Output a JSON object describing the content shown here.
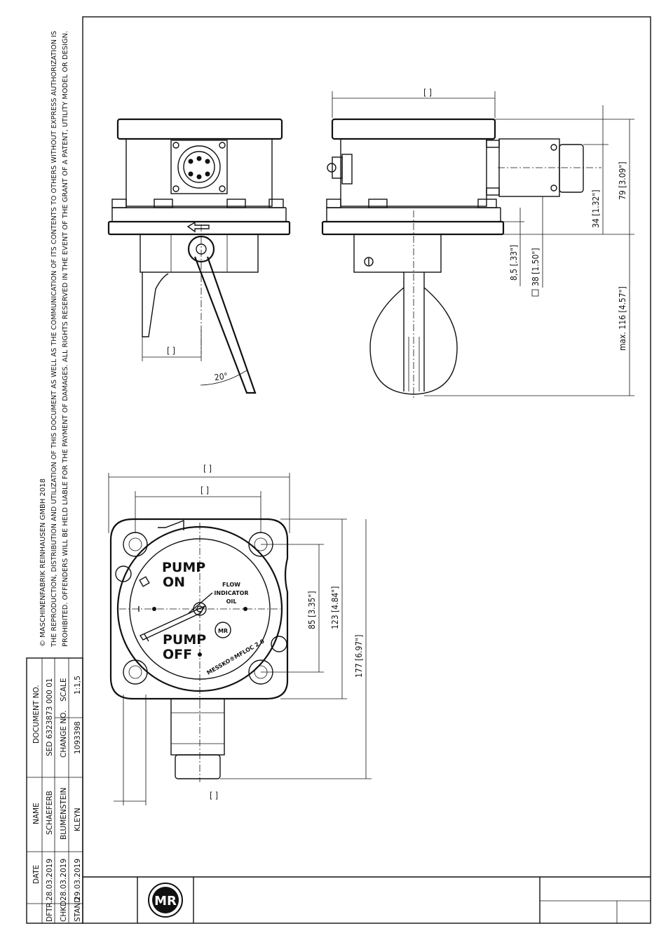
{
  "copyright": {
    "line1": "© MASCHINENFABRIK REINHAUSEN GMBH 2018",
    "line2": "THE REPRODUCTION, DISTRIBUTION AND UTILIZATION OF THIS DOCUMENT AS WELL AS THE COMMUNICATION OF ITS CONTENTS TO OTHERS WITHOUT EXPRESS AUTHORIZATION IS",
    "line3": "PROHIBITED. OFFENDERS WILL BE HELD LIABLE FOR THE PAYMENT OF DAMAGES. ALL RIGHTS RESERVED IN THE EVENT OF THE GRANT OF A PATENT, UTILITY MODEL OR DESIGN."
  },
  "title_block": {
    "col_date": "DATE",
    "col_name": "NAME",
    "col_doc": "DOCUMENT NO.",
    "rows": [
      {
        "label": "DFTR.",
        "date": "28.03.2019",
        "name": "SCHAEFERB"
      },
      {
        "label": "CHKD.",
        "date": "28.03.2019",
        "name": "BLUMENSTEIN"
      },
      {
        "label": "STAND",
        "date": "29.03.2019",
        "name": "KLEYN"
      }
    ],
    "document_no": "SED 6323873 000 01",
    "change_label": "CHANGE NO.",
    "change_no": "1093398",
    "scale_label": "SCALE",
    "scale": "1:1,5",
    "logo": "MR"
  },
  "dimensions": {
    "side_top_width": "[ ]",
    "side_lever_width": "[ ]",
    "angle": "20°",
    "d79": "79 [3.09\"]",
    "d34": "34 [1.32\"]",
    "d85_small": "8,5 [.33\"]",
    "d38": "38 [1.50\"]",
    "dmax116": "max. 116 [4.57\"]",
    "top_outer": "[ ]",
    "top_inner": "[ ]",
    "d85": "85 [3.35\"]",
    "d123": "123 [4.84\"]",
    "d177": "177 [6.97\"]",
    "bottom_width": "[ ]"
  },
  "dial": {
    "pump_on_1": "PUMP",
    "pump_on_2": "ON",
    "pump_off_1": "PUMP",
    "pump_off_2": "OFF",
    "flow_1": "FLOW",
    "flow_2": "INDICATOR",
    "flow_3": "OIL",
    "brand": "MESSKO®MFLOC 2.0",
    "logo": "MR"
  }
}
